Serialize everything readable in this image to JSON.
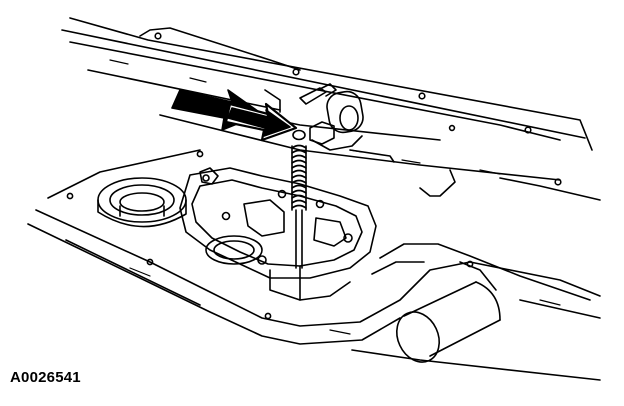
{
  "figure": {
    "id_label": "A0026541",
    "line_color": "#000000",
    "background": "#ffffff",
    "subject": "transmission-valve-body-spring-illustration",
    "callout": "double-arrow"
  }
}
